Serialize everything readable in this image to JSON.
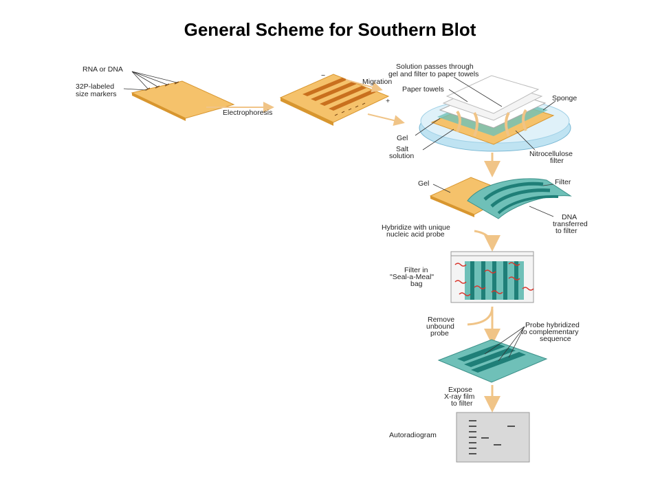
{
  "title": "General Scheme for Southern Blot",
  "labels": {
    "rna_or_dna": "RNA or DNA",
    "size_markers_1": "32P-labeled",
    "size_markers_2": "size markers",
    "electrophoresis": "Electrophoresis",
    "migration": "Migration",
    "minus": "−",
    "plus": "+",
    "solution_1": "Solution passes through",
    "solution_2": "gel and filter to paper towels",
    "paper_towels": "Paper towels",
    "sponge": "Sponge",
    "gel": "Gel",
    "salt_1": "Salt",
    "salt_2": "solution",
    "nitro_1": "Nitrocellulose",
    "nitro_2": "filter",
    "gel2": "Gel",
    "filter": "Filter",
    "dna_1": "DNA",
    "dna_2": "transferred",
    "dna_3": "to filter",
    "hyb_1": "Hybridize with unique",
    "hyb_2": "nucleic acid probe",
    "bag_1": "Filter in",
    "bag_2": "\"Seal-a-Meal\"",
    "bag_3": "bag",
    "remove_1": "Remove",
    "remove_2": "unbound",
    "remove_3": "probe",
    "probe_1": "Probe hybridized",
    "probe_2": "to complementary",
    "probe_3": "sequence",
    "expose_1": "Expose",
    "expose_2": "X-ray film",
    "expose_3": "to filter",
    "autoradiogram": "Autoradiogram"
  },
  "colors": {
    "gel": "#f5c26b",
    "gel_dark": "#d8962f",
    "band": "#c9701e",
    "filter": "#6fc0b8",
    "filter_band": "#1f7f78",
    "dish": "#bfe3f2",
    "arrow": "#f0c487",
    "film": "#d9d9d9",
    "probe": "#d9342b"
  }
}
